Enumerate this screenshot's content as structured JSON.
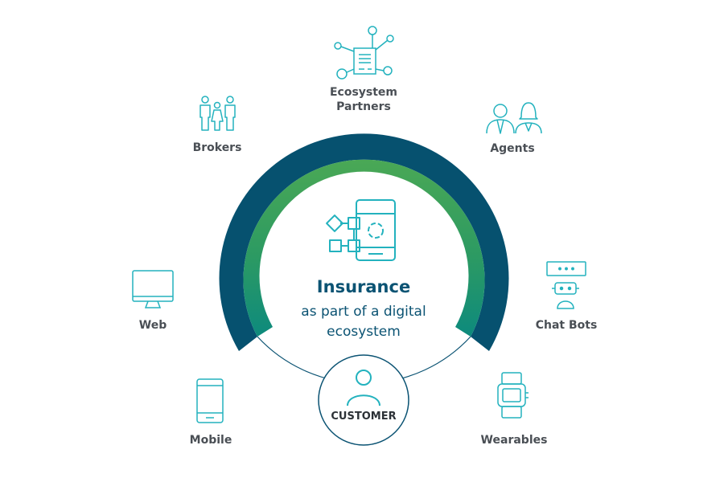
{
  "center": {
    "title": "Insurance",
    "subtitle_line1": "as part of a digital",
    "subtitle_line2": "ecosystem"
  },
  "customer": {
    "label": "CUSTOMER"
  },
  "channels": {
    "ecosystem_line1": "Ecosystem",
    "ecosystem_line2": "Partners",
    "brokers": "Brokers",
    "agents": "Agents",
    "web": "Web",
    "chat_bots": "Chat Bots",
    "mobile": "Mobile",
    "wearables": "Wearables"
  },
  "colors": {
    "outer_arc": "#06516f",
    "inner_arc_top": "#48a656",
    "inner_arc_bottom": "#0f8a7c",
    "icon_teal": "#23b2be",
    "text_dark": "#4a4f55",
    "title_blue": "#0b5373"
  }
}
